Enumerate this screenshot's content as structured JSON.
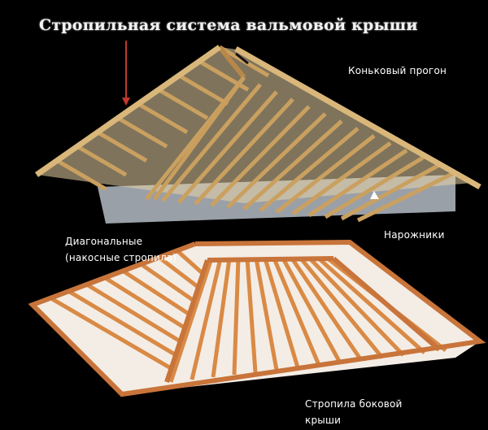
{
  "title": "Стропильная система вальмовой крыши",
  "labels": {
    "ridge": "Коньковый прогон",
    "jacks": "Нарожники",
    "diagonal_1": "Диагональные",
    "diagonal_2": "(накосные стропила)",
    "side_1": "Стропила боковой",
    "side_2": "крыши"
  },
  "colors": {
    "background": "#000000",
    "timber_top": "#d9b77a",
    "timber_bottom": "#d98a45",
    "wall": "#9aa0a8",
    "arrow": "#c0392b"
  }
}
